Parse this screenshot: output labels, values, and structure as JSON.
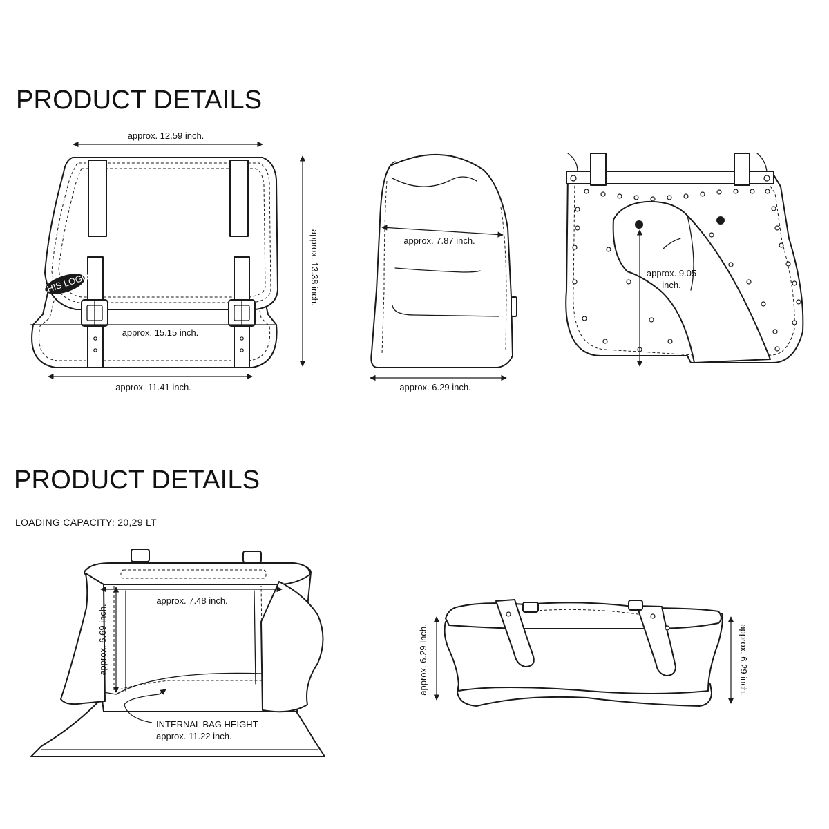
{
  "sections": [
    {
      "heading": "PRODUCT DETAILS"
    },
    {
      "heading": "PRODUCT DETAILS",
      "capacity_label": "LOADING CAPACITY: 20,29 LT"
    }
  ],
  "front_view": {
    "top_width": "approx. 12.59 inch.",
    "height": "approx. 13.38 inch.",
    "mid_width": "approx. 15.15 inch.",
    "bottom_width": "approx. 11.41 inch.",
    "logo_text": "CHIS LOGO"
  },
  "side_view": {
    "depth_top": "approx. 7.87 inch.",
    "depth_bottom": "approx. 6.29 inch."
  },
  "back_view": {
    "flap_height_line1": "approx. 9.05",
    "flap_height_line2": "inch."
  },
  "open_view": {
    "inner_height": "approx. 6.69 inch.",
    "inner_width": "approx. 7.48 inch.",
    "internal_label": "INTERNAL BAG HEIGHT",
    "internal_value": "approx. 11.22 inch."
  },
  "bottom_view": {
    "left_height": "approx. 6.29 inch.",
    "right_height": "approx. 6.29 inch."
  },
  "icons": {
    "buckle": "buckle-icon",
    "rivet": "rivet-icon",
    "arrow": "dimension-arrow-icon"
  }
}
